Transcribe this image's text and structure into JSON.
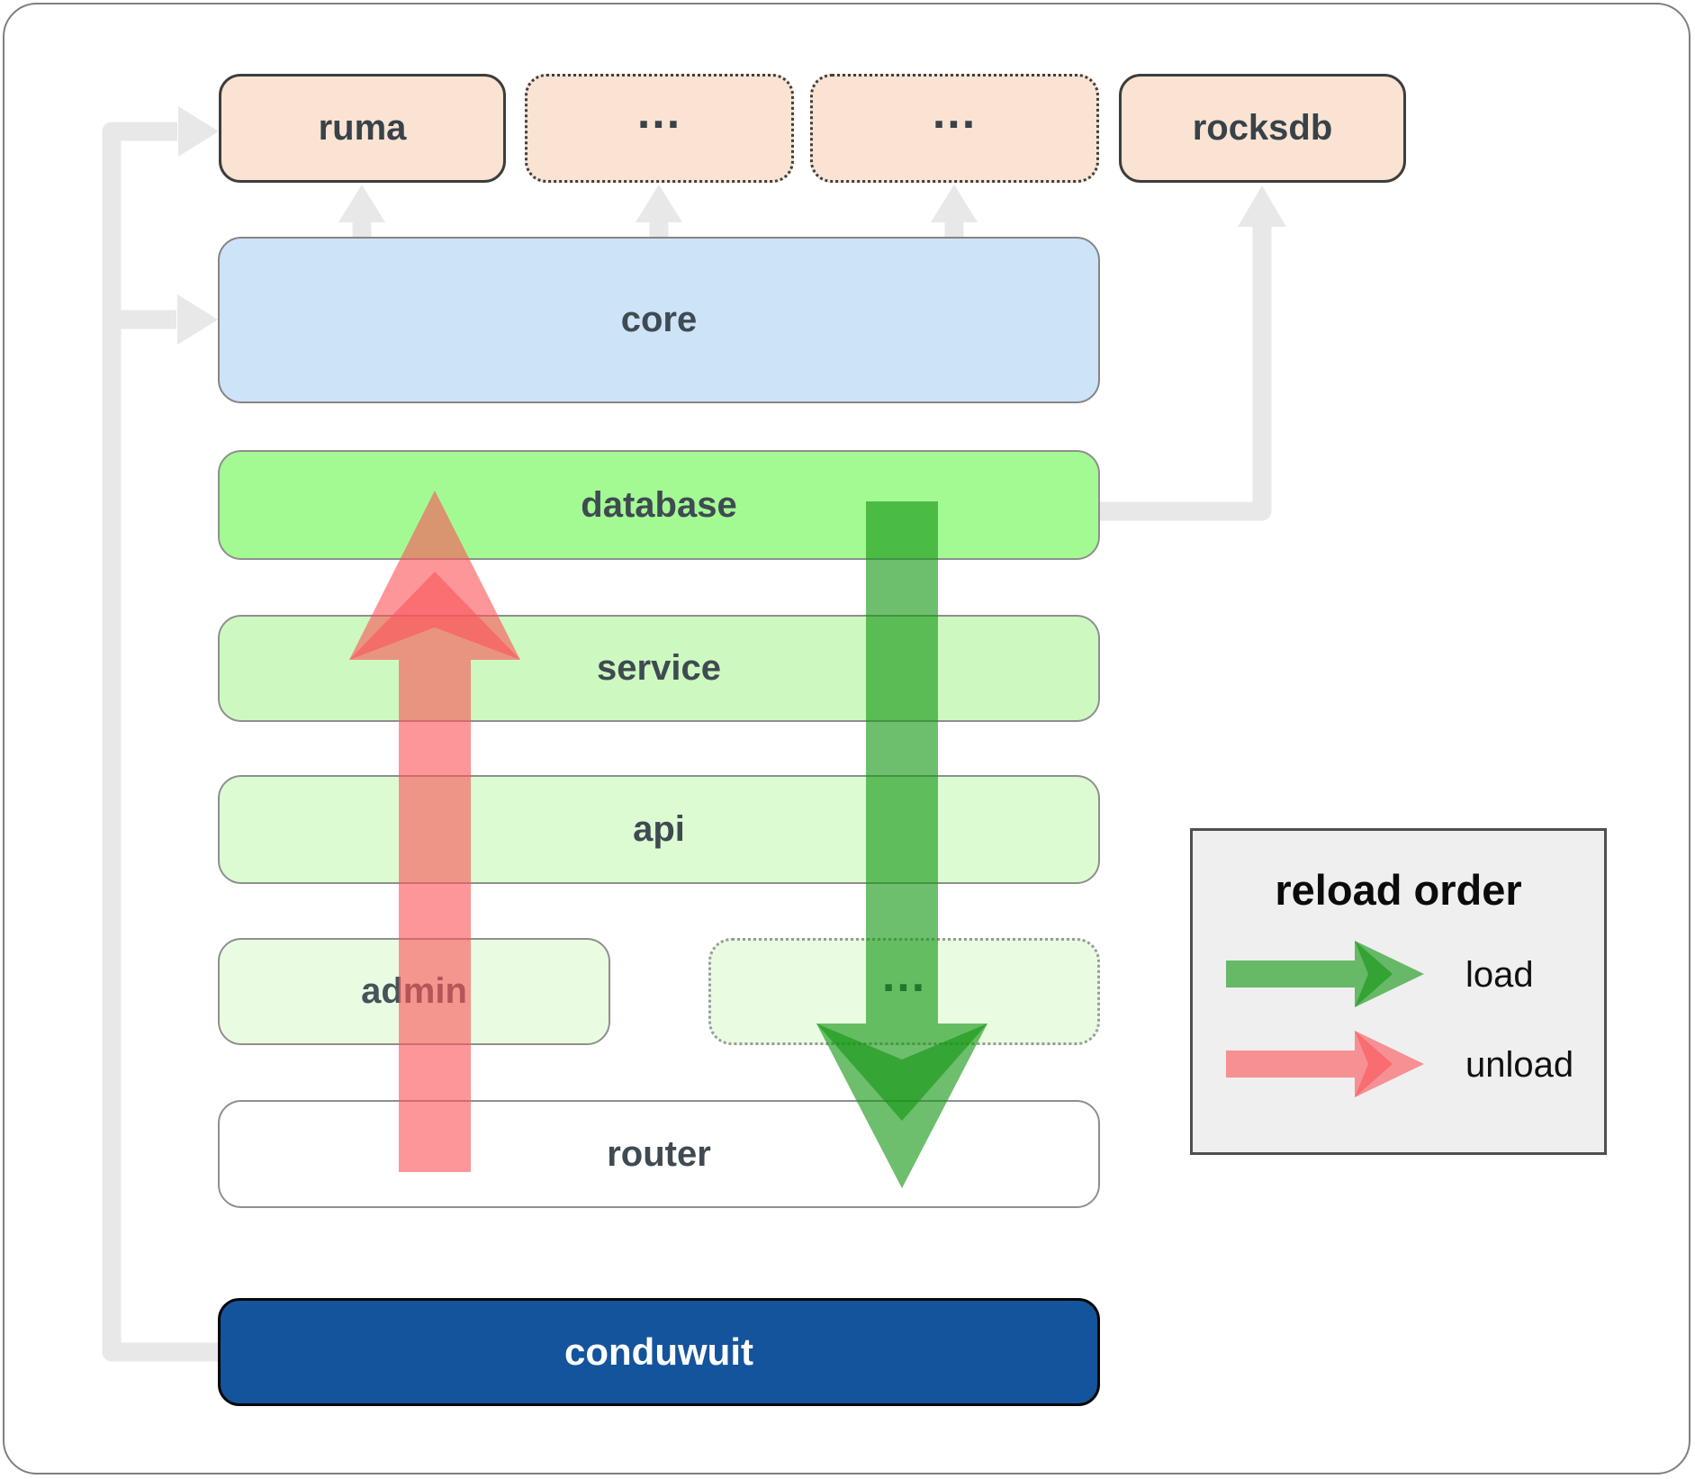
{
  "nodes": {
    "ruma": {
      "label": "ruma"
    },
    "ellipsis_top_1": {
      "label": "..."
    },
    "ellipsis_top_2": {
      "label": "..."
    },
    "rocksdb": {
      "label": "rocksdb"
    },
    "core": {
      "label": "core"
    },
    "database": {
      "label": "database"
    },
    "service": {
      "label": "service"
    },
    "api": {
      "label": "api"
    },
    "admin": {
      "label": "admin"
    },
    "ellipsis_admin": {
      "label": "..."
    },
    "router": {
      "label": "router"
    },
    "conduwuit": {
      "label": "conduwuit"
    }
  },
  "legend": {
    "title": "reload order",
    "items": [
      {
        "label": "load",
        "color": "#149614"
      },
      {
        "label": "unload",
        "color": "#FA565A"
      }
    ]
  },
  "colors": {
    "load_green": "#149614",
    "unload_red": "#FA565A",
    "connector_gray": "#E8E8E8",
    "conduwuit_blue": "#14549C",
    "core_blue": "#CDE3F8",
    "database_green": "#A3FA93",
    "module_peach": "#FAE3D2"
  }
}
